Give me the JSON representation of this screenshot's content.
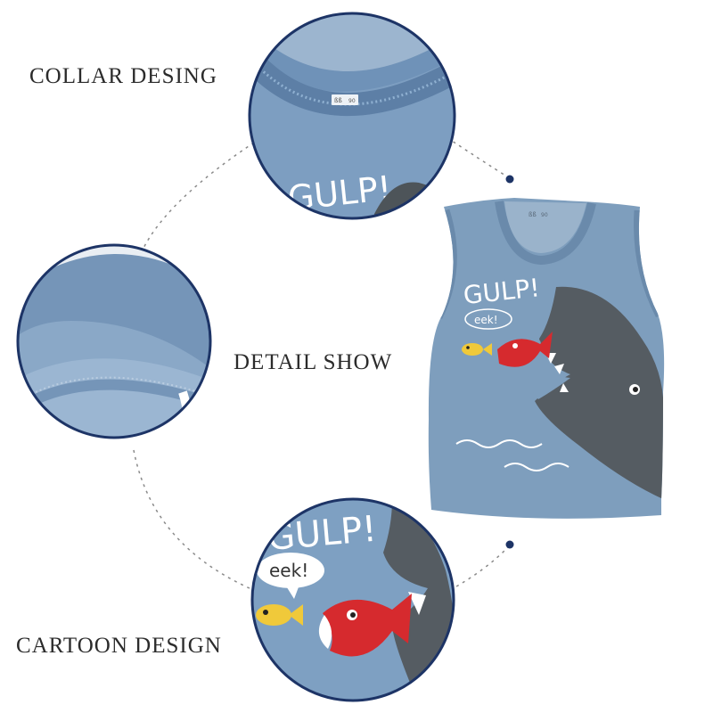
{
  "labels": {
    "collar": "COLLAR DESING",
    "detail": "DETAIL SHOW",
    "cartoon": "CARTOON DESIGN"
  },
  "shirt": {
    "brand_tag": "ßß",
    "size_tag": "90",
    "print_word": "GULP!",
    "speech": "eek!"
  },
  "colors": {
    "shirt": "#7e9ebd",
    "shirt_dark": "#6a8aab",
    "shark": "#555c62",
    "red_fish": "#d62a2e",
    "yellow_fish": "#f0c93a",
    "circle_border": "#1d3466",
    "dots": "#1d3466",
    "dashes": "#8a8a8a"
  }
}
